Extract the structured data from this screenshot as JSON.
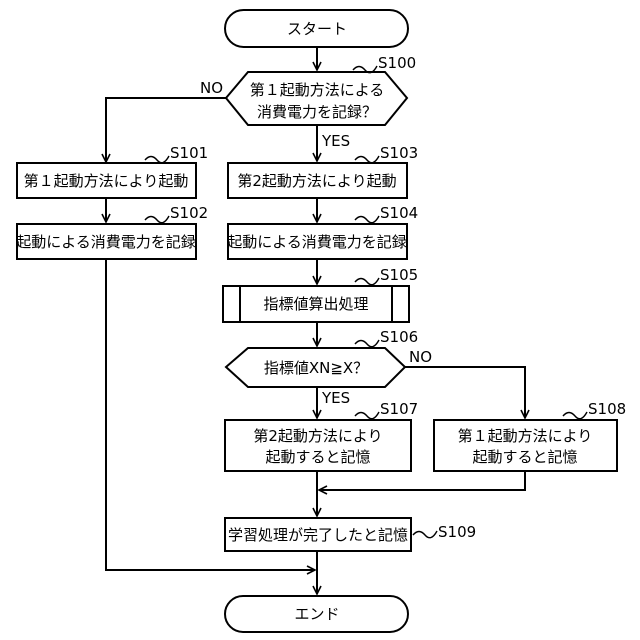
{
  "flowchart": {
    "start": "スタート",
    "end": "エンド",
    "d100": {
      "line1": "第１起動方法による",
      "line2": "消費電力を記録？"
    },
    "b101": "第１起動方法により起動",
    "b102": "起動による消費電力を記録",
    "b103": "第2起動方法により起動",
    "b104": "起動による消費電力を記録",
    "b105": "指標値算出処理",
    "d106": "指標値XN≧X？",
    "b107": {
      "line1": "第2起動方法により",
      "line2": "起動すると記憶"
    },
    "b108": {
      "line1": "第１起動方法により",
      "line2": "起動すると記憶"
    },
    "b109": "学習処理が完了したと記憶",
    "branch_no": "NO",
    "branch_yes": "YES",
    "steps": {
      "s100": "S100",
      "s101": "S101",
      "s102": "S102",
      "s103": "S103",
      "s104": "S104",
      "s105": "S105",
      "s106": "S106",
      "s107": "S107",
      "s108": "S108",
      "s109": "S109"
    }
  }
}
